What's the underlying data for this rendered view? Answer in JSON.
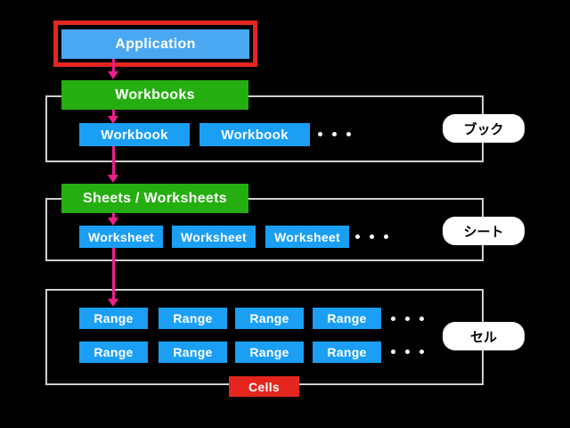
{
  "nodes": {
    "application": "Application",
    "workbooks": "Workbooks",
    "workbook_row": [
      "Workbook",
      "Workbook"
    ],
    "sheets_worksheets": "Sheets / Worksheets",
    "worksheet_row": [
      "Worksheet",
      "Worksheet",
      "Worksheet"
    ],
    "range_rows": [
      [
        "Range",
        "Range",
        "Range",
        "Range"
      ],
      [
        "Range",
        "Range",
        "Range",
        "Range"
      ]
    ],
    "cells": "Cells"
  },
  "side_labels": {
    "book": "ブック",
    "sheet": "シート",
    "cell": "セル"
  },
  "ellipsis": "・・・",
  "colors": {
    "background": "#000000",
    "node_blue": "#1b9ff4",
    "application_blue": "#4aa8f3",
    "collection_green": "#25ae10",
    "highlight_red": "#e5261e",
    "cells_red": "#e5261e",
    "arrow_magenta": "#ee1e8f",
    "frame_gray": "#d0d0d0",
    "label_bg": "#ffffff",
    "label_text": "#000000"
  }
}
